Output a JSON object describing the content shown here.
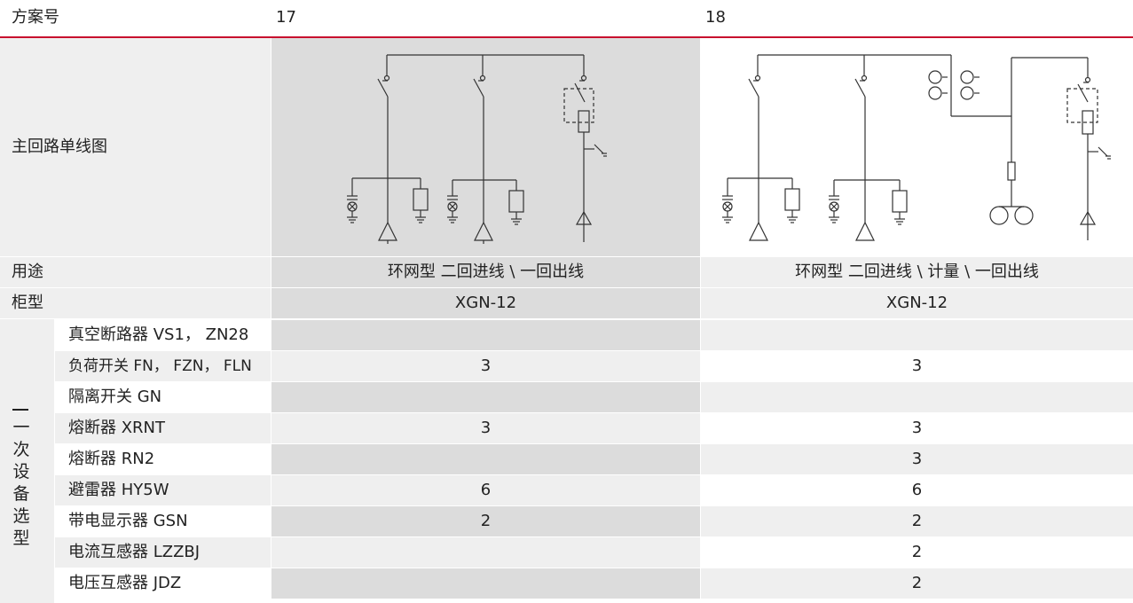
{
  "colors": {
    "accent": "#c8102e",
    "row_light": "#efefef",
    "row_mid": "#dcdcdc",
    "text": "#222222"
  },
  "header": {
    "label": "方案号",
    "scheme_17": "17",
    "scheme_18": "18"
  },
  "rows": {
    "diagram": {
      "label": "主回路单线图"
    },
    "purpose": {
      "label": "用途",
      "s17": "环网型  二回进线 \\ 一回出线",
      "s18": "环网型  二回进线 \\ 计量 \\ 一回出线"
    },
    "cabinet": {
      "label": "柜型",
      "s17": "XGN-12",
      "s18": "XGN-12"
    }
  },
  "equipment": {
    "group_label": "一次设备选型",
    "items": [
      {
        "name": "真空断路器 VS1， ZN28",
        "s17": "",
        "s18": ""
      },
      {
        "name": "负荷开关 FN， FZN， FLN",
        "s17": "3",
        "s18": "3"
      },
      {
        "name": "隔离开关 GN",
        "s17": "",
        "s18": ""
      },
      {
        "name": "熔断器 XRNT",
        "s17": "3",
        "s18": "3"
      },
      {
        "name": "熔断器 RN2",
        "s17": "",
        "s18": "3"
      },
      {
        "name": "避雷器 HY5W",
        "s17": "6",
        "s18": "6"
      },
      {
        "name": "带电显示器 GSN",
        "s17": "2",
        "s18": "2"
      },
      {
        "name": "电流互感器 LZZBJ",
        "s17": "",
        "s18": "2"
      },
      {
        "name": "电压互感器 JDZ",
        "s17": "",
        "s18": "2"
      }
    ]
  }
}
